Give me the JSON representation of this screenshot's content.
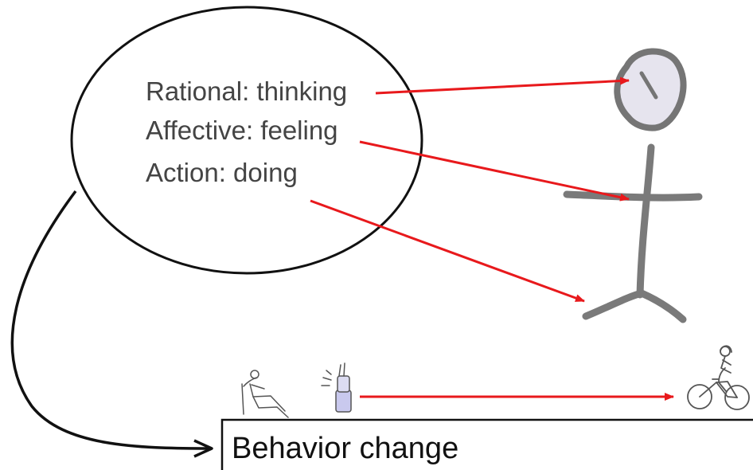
{
  "concepts": {
    "rational": "Rational: thinking",
    "affective": "Affective: feeling",
    "action": "Action: doing"
  },
  "outcome": {
    "label": "Behavior change"
  },
  "icons": {
    "figure": "stick-figure-icon",
    "reclining": "reclining-person-icon",
    "device": "smoking-device-icon",
    "cyclist": "cyclist-icon"
  },
  "colors": {
    "arrow": "#e8191c",
    "outline": "#111111",
    "text": "#444444",
    "figure": "#757575",
    "figure_fill": "#e6e4ee"
  }
}
